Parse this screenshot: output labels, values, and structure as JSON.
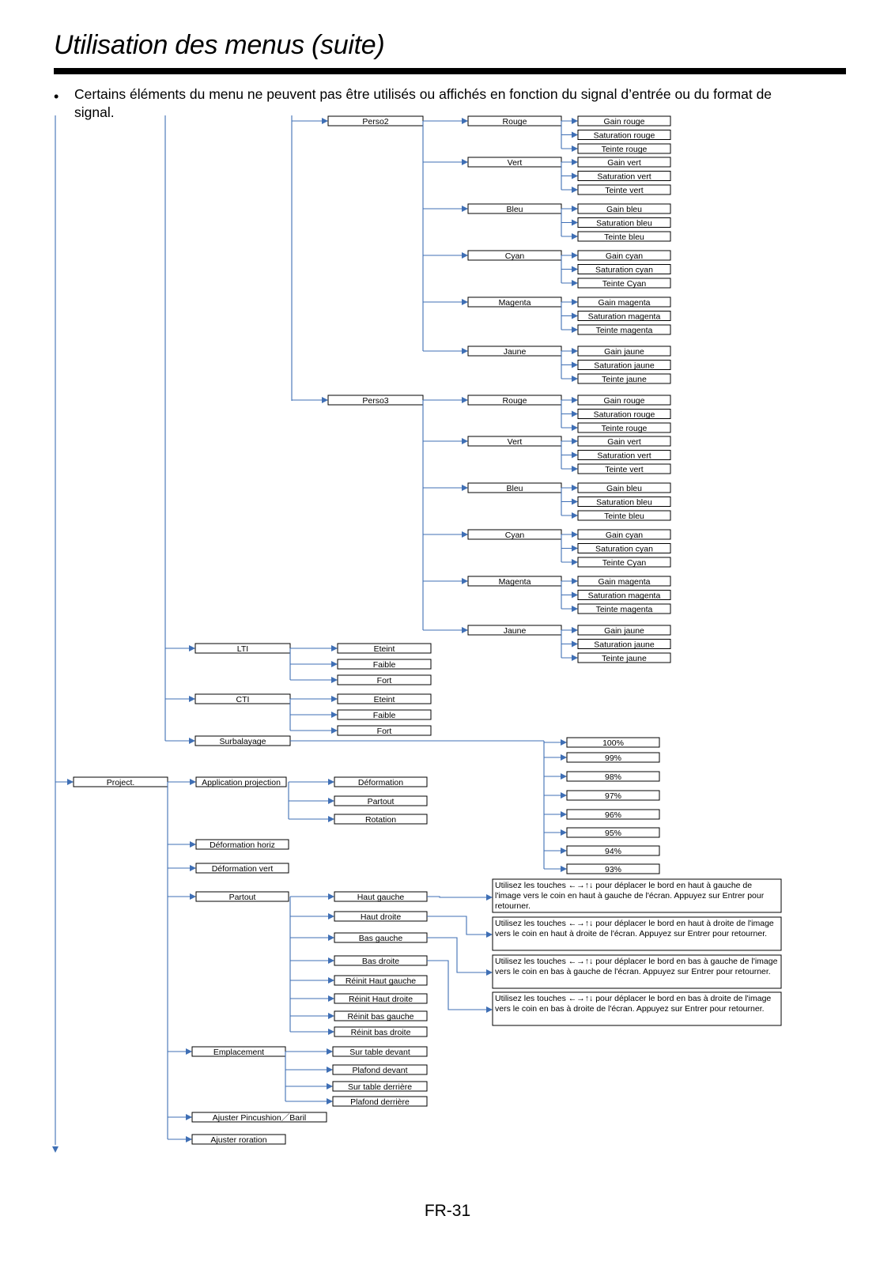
{
  "page": {
    "title": "Utilisation des menus (suite)",
    "note": "Certains éléments du menu ne peuvent pas être utilisés ou affichés en fonction du signal d’entrée ou du format de signal.",
    "footer": "FR-31"
  },
  "colors": {
    "connector": "#3f6fb5",
    "text": "#000000",
    "rule": "#000000"
  },
  "menu_tree": {
    "perso": [
      {
        "label": "Perso2",
        "colors": [
          {
            "label": "Rouge",
            "items": [
              "Gain rouge",
              "Saturation rouge",
              "Teinte rouge"
            ]
          },
          {
            "label": "Vert",
            "items": [
              "Gain vert",
              "Saturation vert",
              "Teinte vert"
            ]
          },
          {
            "label": "Bleu",
            "items": [
              "Gain bleu",
              "Saturation bleu",
              "Teinte bleu"
            ]
          },
          {
            "label": "Cyan",
            "items": [
              "Gain cyan",
              "Saturation cyan",
              "Teinte Cyan"
            ]
          },
          {
            "label": "Magenta",
            "items": [
              "Gain magenta",
              "Saturation magenta",
              "Teinte magenta"
            ]
          },
          {
            "label": "Jaune",
            "items": [
              "Gain jaune",
              "Saturation jaune",
              "Teinte jaune"
            ]
          }
        ]
      },
      {
        "label": "Perso3",
        "colors": [
          {
            "label": "Rouge",
            "items": [
              "Gain rouge",
              "Saturation rouge",
              "Teinte rouge"
            ]
          },
          {
            "label": "Vert",
            "items": [
              "Gain vert",
              "Saturation vert",
              "Teinte vert"
            ]
          },
          {
            "label": "Bleu",
            "items": [
              "Gain bleu",
              "Saturation bleu",
              "Teinte bleu"
            ]
          },
          {
            "label": "Cyan",
            "items": [
              "Gain cyan",
              "Saturation cyan",
              "Teinte Cyan"
            ]
          },
          {
            "label": "Magenta",
            "items": [
              "Gain magenta",
              "Saturation magenta",
              "Teinte magenta"
            ]
          },
          {
            "label": "Jaune",
            "items": [
              "Gain jaune",
              "Saturation jaune",
              "Teinte jaune"
            ]
          }
        ]
      }
    ],
    "lti": {
      "label": "LTI",
      "items": [
        "Eteint",
        "Faible",
        "Fort"
      ]
    },
    "cti": {
      "label": "CTI",
      "items": [
        "Eteint",
        "Faible",
        "Fort"
      ]
    },
    "surbalayage": {
      "label": "Surbalayage",
      "items": [
        "100%",
        "99%",
        "98%",
        "97%",
        "96%",
        "95%",
        "94%",
        "93%"
      ]
    },
    "project": {
      "label": "Project.",
      "application": {
        "label": "Application projection",
        "items": [
          "Déformation",
          "Partout",
          "Rotation"
        ]
      },
      "deformation_horiz": "Déformation horiz",
      "deformation_vert": "Déformation vert",
      "partout": {
        "label": "Partout",
        "items": [
          "Haut gauche",
          "Haut droite",
          "Bas gauche",
          "Bas droite",
          "Réinit Haut gauche",
          "Réinit Haut droite",
          "Réinit bas gauche",
          "Réinit bas droite"
        ],
        "notes": [
          "Utilisez les touches ←→↑↓ pour déplacer le bord en haut à gauche de l'image vers le coin en haut à gauche de l'écran. Appuyez sur Entrer pour retourner.",
          "Utilisez les touches ←→↑↓ pour déplacer le bord en haut à droite de l'image vers le coin en haut à droite de l'écran. Appuyez sur Entrer pour retourner.",
          "Utilisez les touches ←→↑↓ pour déplacer le bord en bas à gauche de l'image vers le coin en bas à gauche de l'écran. Appuyez sur Entrer pour retourner.",
          "Utilisez les touches ←→↑↓ pour déplacer le bord en bas à droite de l'image vers le coin en bas à droite de l'écran. Appuyez sur Entrer pour retourner."
        ]
      },
      "emplacement": {
        "label": "Emplacement",
        "items": [
          "Sur table devant",
          "Plafond devant",
          "Sur table derrière",
          "Plafond derrière"
        ]
      },
      "ajuster_pincushion": "Ajuster Pincushion／Baril",
      "ajuster_rotation": "Ajuster roration"
    }
  }
}
